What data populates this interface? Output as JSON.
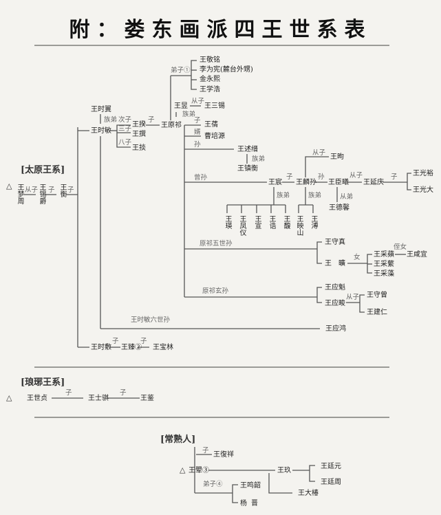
{
  "title": "附：娄东画派四王世系表",
  "sections": {
    "taiyuan": "[太原王系]",
    "langye": "[琅琊王系]",
    "changshu": "[常熟人]"
  },
  "symbols": {
    "triangle": "△"
  },
  "taiyuan": {
    "root": {
      "name": "王梦周",
      "rel_to_next": "从子"
    },
    "g2": {
      "name": "王锡爵",
      "rel_to_next": "子"
    },
    "g3": {
      "name": "王衡",
      "rel_to_next": "子"
    },
    "shiyi": "王时翼",
    "shimin": "王时敏",
    "shimin_rel_shiyi": "族弟",
    "sons": [
      {
        "rel": "次子",
        "name": "王揆"
      },
      {
        "rel": "三子",
        "name": "王撰"
      },
      {
        "rel": "八子",
        "name": "王掞"
      }
    ],
    "kui_rel": "子",
    "yuanqi": "王原祁",
    "disciples_label": "弟子①",
    "disciples": [
      "王敬铭",
      "李为宪(麓台外甥)",
      "金永熙",
      "王学浩"
    ],
    "wangyu": "王昱",
    "wangyu_rel": "从子",
    "sanxi": "王三锡",
    "wangyu_rel_yuanqi": "族弟",
    "branches": {
      "zi_rel": "子",
      "zi_name": "王蒨",
      "xu_rel": "婿",
      "xu_name": "曹培源",
      "sun_rel": "孙",
      "sun_name": "王述缙",
      "sun_brother_rel": "族弟",
      "sun_brother": "王镇衡",
      "zengsun_rel": "曾孙"
    },
    "chen": "王宸",
    "chen_rel": "子",
    "linsun": "王麟孙",
    "linsun_rel_cousin": "从子",
    "xu": "王昫",
    "linsun_rel_next": "孙",
    "yixi": "王臣曦",
    "yixi_rel_next": "从子",
    "yixi_brother_rel": "从弟",
    "dezhao": "王德馨",
    "yanqing": "王延庆",
    "yanqing_rel": "子",
    "guang": [
      "王光裕",
      "王光大"
    ],
    "chen_brothers_rel": "族弟",
    "chen_brothers": [
      "王瑛",
      "王凤仪",
      "王宣",
      "王诰",
      "王馥"
    ],
    "linsun_brothers_rel": "族弟",
    "linsun_brothers": [
      "王映山",
      "王溥"
    ],
    "wushisun_label": "原祁五世孙",
    "shouzhen": "王守真",
    "kuang": "王曠",
    "kuang_rel": "女",
    "cai": [
      "王采蘋",
      "王采蘩",
      "王采藻"
    ],
    "cai_rel": "侄女",
    "chengyi": "王咸宜",
    "xuansun_label": "原祁玄孙",
    "yingkui": "王应魁",
    "yingjun": "王应畯",
    "yingjun_rel": "从子",
    "shouzeng": "王守曾",
    "jianren": "王建仁",
    "liushisun_label": "王时敏六世孙",
    "yinghong": "王应鸿",
    "shifu": "王时敷",
    "shifu_rel": "子",
    "wangchen2": "王臻②",
    "wangchen2_rel": "子",
    "baolin": "王宝林"
  },
  "langye": {
    "shizhen": "王世贞",
    "rel1": "子",
    "shiqi": "王士骐",
    "rel2": "子",
    "jian": "王鉴"
  },
  "changshu": {
    "hui": "王翚③",
    "son_rel": "子",
    "son": "王復祥",
    "jiu": "王玖",
    "jiu_sons": [
      "王廷元",
      "王廷周"
    ],
    "dachun": "王大椿",
    "disciple_label": "弟子④",
    "disciples": [
      "王鸣韶",
      "杨晋"
    ]
  }
}
